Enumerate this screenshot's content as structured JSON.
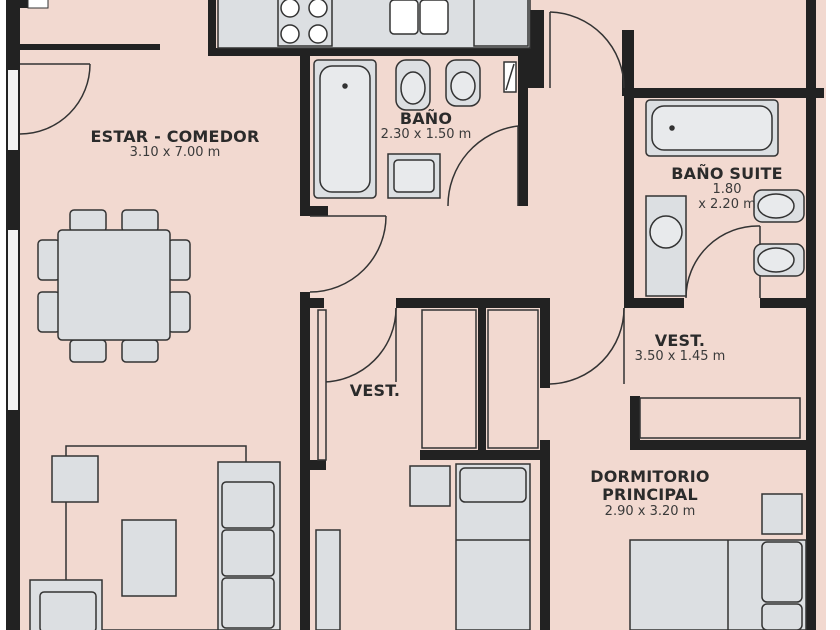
{
  "colors": {
    "floor": "#f2d9d0",
    "wall": "#222222",
    "furniture": "#dcdfe2",
    "furniture_stroke": "#333333"
  },
  "rooms": {
    "estar": {
      "name": "ESTAR - COMEDOR",
      "dims": "3.10 x 7.00 m"
    },
    "bano": {
      "name": "BAÑO",
      "dims": "2.30 x 1.50 m"
    },
    "bano_suite": {
      "name": "BAÑO SUITE",
      "dims_line1": "1.80",
      "dims_line2": "x 2.20 m"
    },
    "vest_right": {
      "name": "VEST.",
      "dims": "3.50 x 1.45 m"
    },
    "vest_left": {
      "name": "VEST."
    },
    "dormitorio": {
      "name_line1": "DORMITORIO",
      "name_line2": "PRINCIPAL",
      "dims": "2.90 x 3.20 m"
    }
  }
}
